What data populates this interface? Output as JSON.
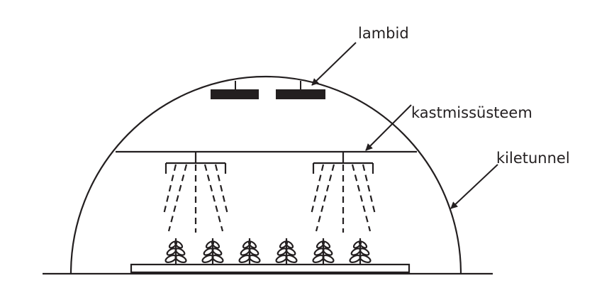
{
  "labels": {
    "lamps": "lambid",
    "irrigation": "kastmissüsteem",
    "tunnel": "kiletunnel"
  },
  "colors": {
    "stroke": "#231f20",
    "background": "#ffffff"
  },
  "plant_count": 6
}
